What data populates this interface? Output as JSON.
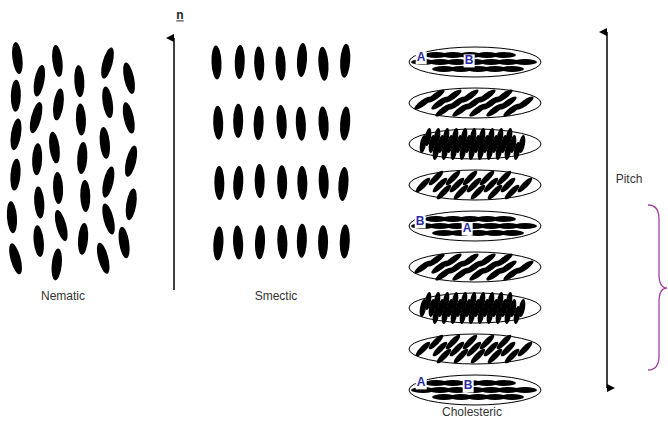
{
  "diagram": {
    "labels": [
      "n",
      "Nematic",
      "Smectic",
      "Cholesteric",
      "Pitch",
      "A",
      "B",
      "B",
      "A",
      "A",
      "B"
    ]
  }
}
